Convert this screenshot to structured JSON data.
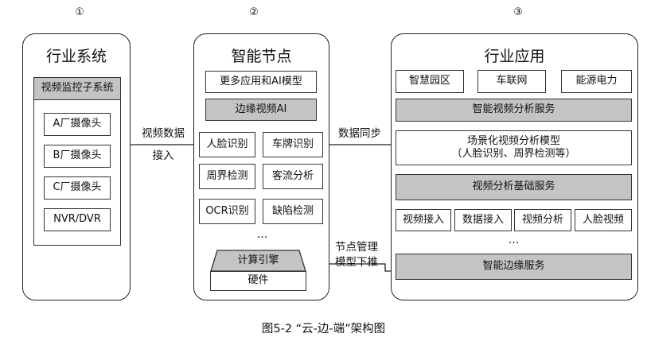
{
  "numbers": [
    "①",
    "②",
    "③"
  ],
  "industry_system": {
    "title": "行业系统",
    "subsystem": "视频监控子系统",
    "items": [
      "A厂摄像头",
      "B厂摄像头",
      "C厂摄像头",
      "NVR/DVR"
    ]
  },
  "link_left": [
    "视频数据",
    "接入"
  ],
  "smart_node": {
    "title": "智能节点",
    "more": "更多应用和AI模型",
    "edge_ai": "边缘视频AI",
    "grid": [
      "人脸识别",
      "车牌识别",
      "周界检测",
      "客流分析",
      "OCR识别",
      "缺陷检测"
    ],
    "ellipsis": "…",
    "engine": "计算引擎",
    "hardware": "硬件"
  },
  "link_mid": "数据同步",
  "link_bottom": [
    "节点管理",
    "模型下推"
  ],
  "industry_app": {
    "title": "行业应用",
    "top": [
      "智慧园区",
      "车联网",
      "能源电力"
    ],
    "analysis_service": "智能视频分析服务",
    "model_line1": "场景化视频分析模型",
    "model_line2": "（人脸识别、周界检测等）",
    "base_service": "视频分析基础服务",
    "row": [
      "视频接入",
      "数据接入",
      "视频分析",
      "人脸视频"
    ],
    "ellipsis": "…",
    "edge_service": "智能边缘服务"
  },
  "caption": "图5-2 “云-边-端”架构图"
}
